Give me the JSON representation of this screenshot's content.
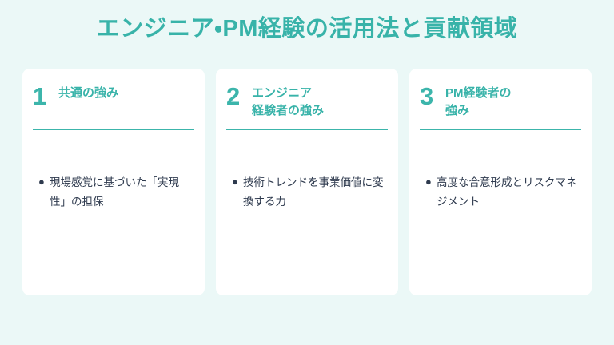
{
  "slide": {
    "title": "エンジニア・PM経験の活用法と貢献領域",
    "background_color": "#EBF8F7",
    "accent_color": "#3CB5AB",
    "text_color": "#2E3A4E",
    "card_background": "#FFFFFF"
  },
  "cards": [
    {
      "number": "1",
      "heading": "共通の強み",
      "bullet_marker": "bullet-dot-icon",
      "bullets": [
        "現場感覚に基づいた「実現性」の担保"
      ]
    },
    {
      "number": "2",
      "heading": "エンジニア\n経験者の強み",
      "bullet_marker": "bullet-dot-icon",
      "bullets": [
        "技術トレンドを事業価値に変換する力"
      ]
    },
    {
      "number": "3",
      "heading": "PM経験者の\n強み",
      "bullet_marker": "bullet-dot-icon",
      "bullets": [
        "高度な合意形成とリスクマネジメント"
      ]
    }
  ]
}
